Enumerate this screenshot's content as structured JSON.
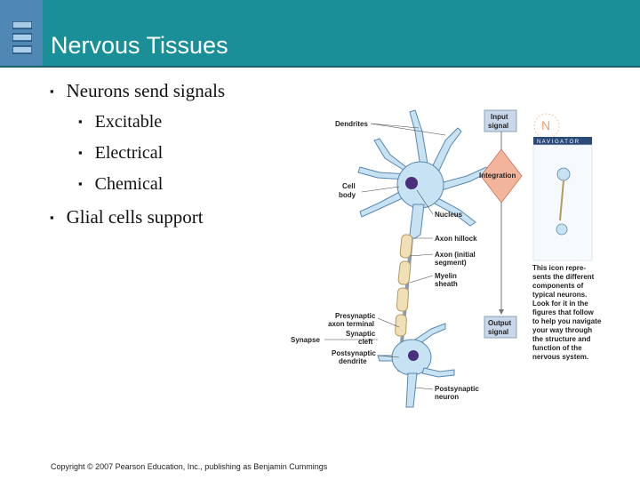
{
  "slide": {
    "title": "Nervous Tissues",
    "bullets": [
      {
        "text": "Neurons send signals",
        "sub": [
          "Excitable",
          "Electrical",
          "Chemical"
        ]
      },
      {
        "text": "Glial cells support"
      }
    ],
    "copyright": "Copyright © 2007 Pearson Education, Inc., publishing as Benjamin Cummings"
  },
  "figure": {
    "labels": {
      "dendrites": "Dendrites",
      "cell_body_1": "Cell",
      "cell_body_2": "body",
      "nucleus": "Nucleus",
      "axon_hillock": "Axon hillock",
      "axon_1": "Axon (initial",
      "axon_2": "segment)",
      "myelin_1": "Myelin",
      "myelin_2": "sheath",
      "presyn_1": "Presynaptic",
      "presyn_2": "axon terminal",
      "syncleft_1": "Synaptic",
      "syncleft_2": "cleft",
      "postdend_1": "Postsynaptic",
      "postdend_2": "dendrite",
      "synapse": "Synapse",
      "postneuron_1": "Postsynaptic",
      "postneuron_2": "neuron",
      "input_1": "Input",
      "input_2": "signal",
      "integration": "Integration",
      "output_1": "Output",
      "output_2": "signal",
      "navigator_letter": "N",
      "navigator": "N A V I G A T O R",
      "nav_text": [
        "This icon repre-",
        "sents the different",
        "components of",
        "typical neurons.",
        "Look for it in the",
        "figures that follow",
        "to help you navigate",
        "your way through",
        "the structure and",
        "function of the",
        "nervous system."
      ]
    },
    "colors": {
      "neuron": "#c7e2f2",
      "myelin": "#efe0b8",
      "integration": "#f2b59c",
      "signal_box": "#c8d8ea",
      "navigator_bar": "#2b4a7a"
    }
  }
}
